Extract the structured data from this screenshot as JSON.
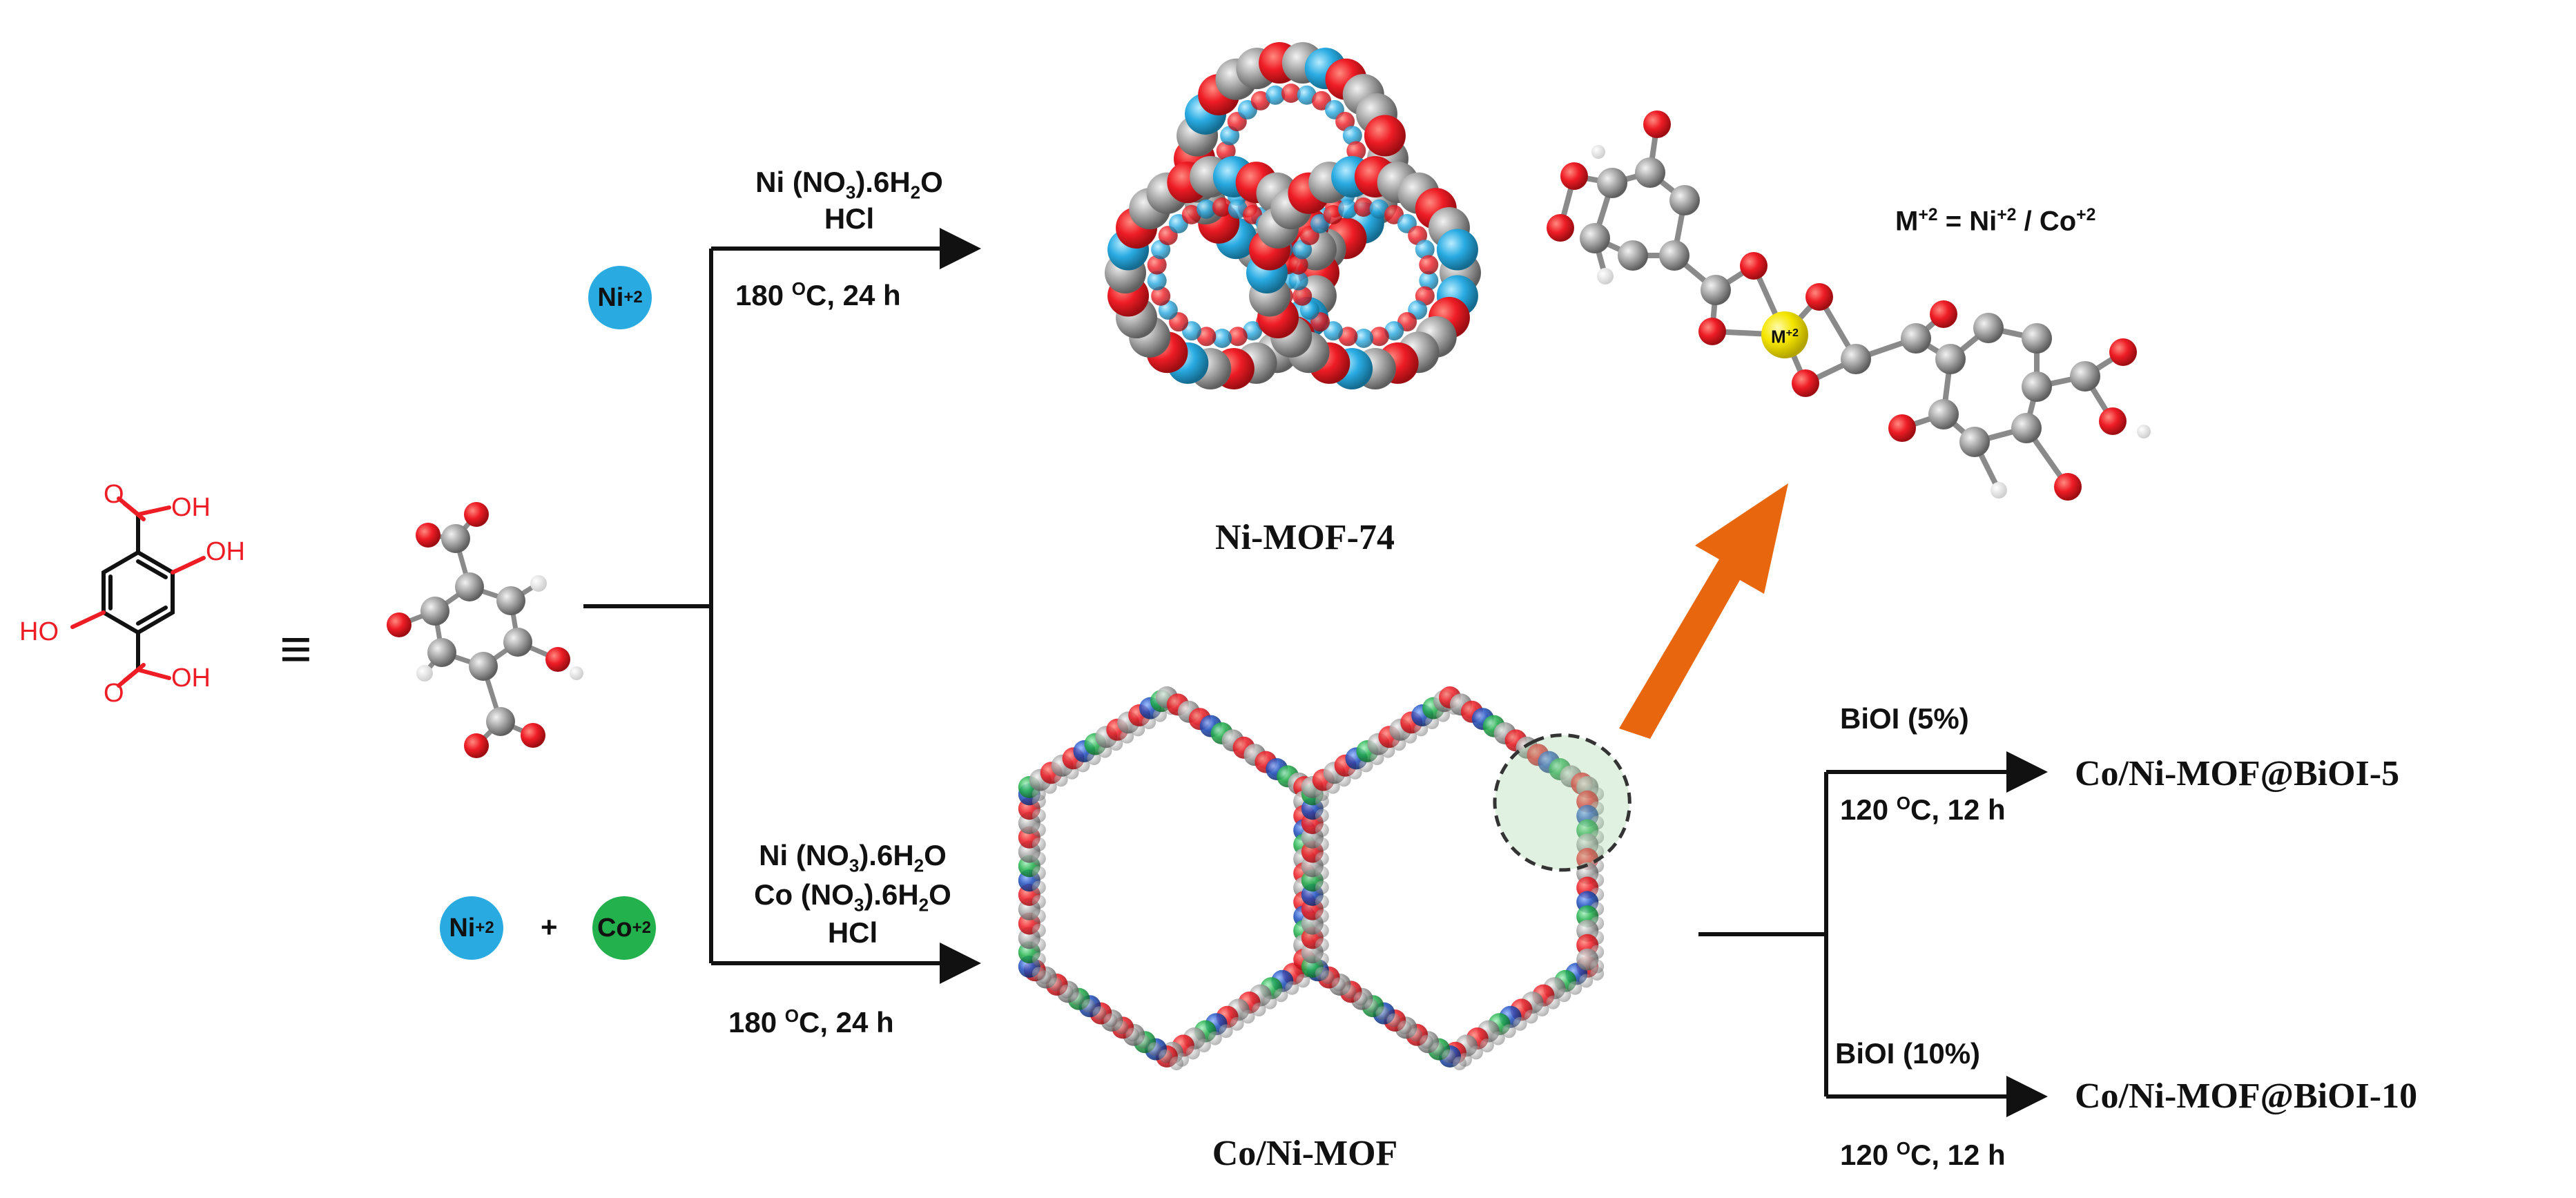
{
  "ions": {
    "ni": {
      "base": "Ni",
      "charge": "+2",
      "color": "#29abe2"
    },
    "co": {
      "base": "Co",
      "charge": "+2",
      "color": "#22b14c"
    },
    "plus": "+"
  },
  "equiv_symbol": "≡",
  "linker_labels": {
    "oh1": "OH",
    "oh2": "OH",
    "ho": "HO",
    "oh3": "OH",
    "o1": "O",
    "o2": "O"
  },
  "colors": {
    "oxygen": "#ee1c25",
    "carbon": "#999999",
    "nickel": "#29abe2",
    "cobalt": "#22b14c",
    "metal_center": "#f5e600",
    "arrow_orange": "#e8660e"
  },
  "route_ni": {
    "reagent": "Ni (NO",
    "sub": "3",
    "tail": ").6H",
    "sub2": "2",
    "tail2": "O",
    "acid": "HCl",
    "temp": "180 ",
    "deg": "O",
    "time": "C, 24 h"
  },
  "route_coni": {
    "reagent1": "Ni (NO",
    "sub1": "3",
    "tail1": ").6H",
    "sub1b": "2",
    "tail1b": "O",
    "reagent2": "Co (NO",
    "sub2": "3",
    "tail2": ").6H",
    "sub2b": "2",
    "tail2b": "O",
    "acid": "HCl",
    "temp": "180 ",
    "deg": "O",
    "time": "C, 24 h"
  },
  "products": {
    "ni_mof": "Ni-MOF-74",
    "coni_mof": "Co/Ni-MOF",
    "biol5": "Co/Ni-MOF@BiOI-5",
    "biol10": "Co/Ni-MOF@BiOI-10"
  },
  "coordination": {
    "m": "M",
    "m_sup": "+2",
    "eq": " = Ni",
    "ni_sup": "+2",
    "slash": " / Co",
    "co_sup": "+2",
    "center": "M",
    "center_sup": "+2"
  },
  "biol_route_5": {
    "reagent": "BiOI (5%)",
    "temp": "120 ",
    "deg": "O",
    "time": "C, 12 h"
  },
  "biol_route_10": {
    "reagent": "BiOI (10%)",
    "temp": "120 ",
    "deg": "O",
    "time": "C, 12 h"
  }
}
